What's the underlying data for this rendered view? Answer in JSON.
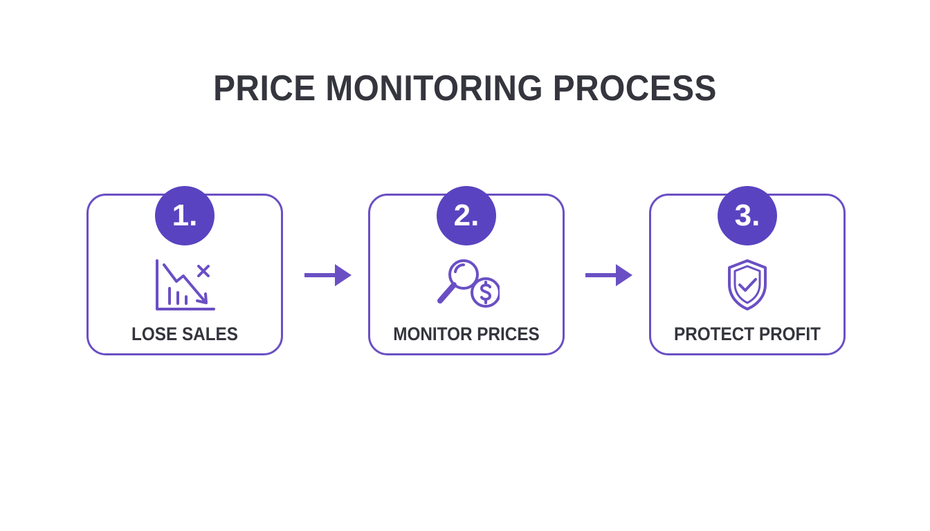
{
  "title": "PRICE MONITORING PROCESS",
  "colors": {
    "accent": "#6a4fc4",
    "badge": "#5a43c0",
    "text": "#34353d"
  },
  "steps": [
    {
      "number": "1.",
      "label": "LOSE SALES",
      "icon": "declining-sales-chart-icon"
    },
    {
      "number": "2.",
      "label": "MONITOR PRICES",
      "icon": "magnifier-dollar-icon"
    },
    {
      "number": "3.",
      "label": "PROTECT PROFIT",
      "icon": "shield-check-icon"
    }
  ]
}
